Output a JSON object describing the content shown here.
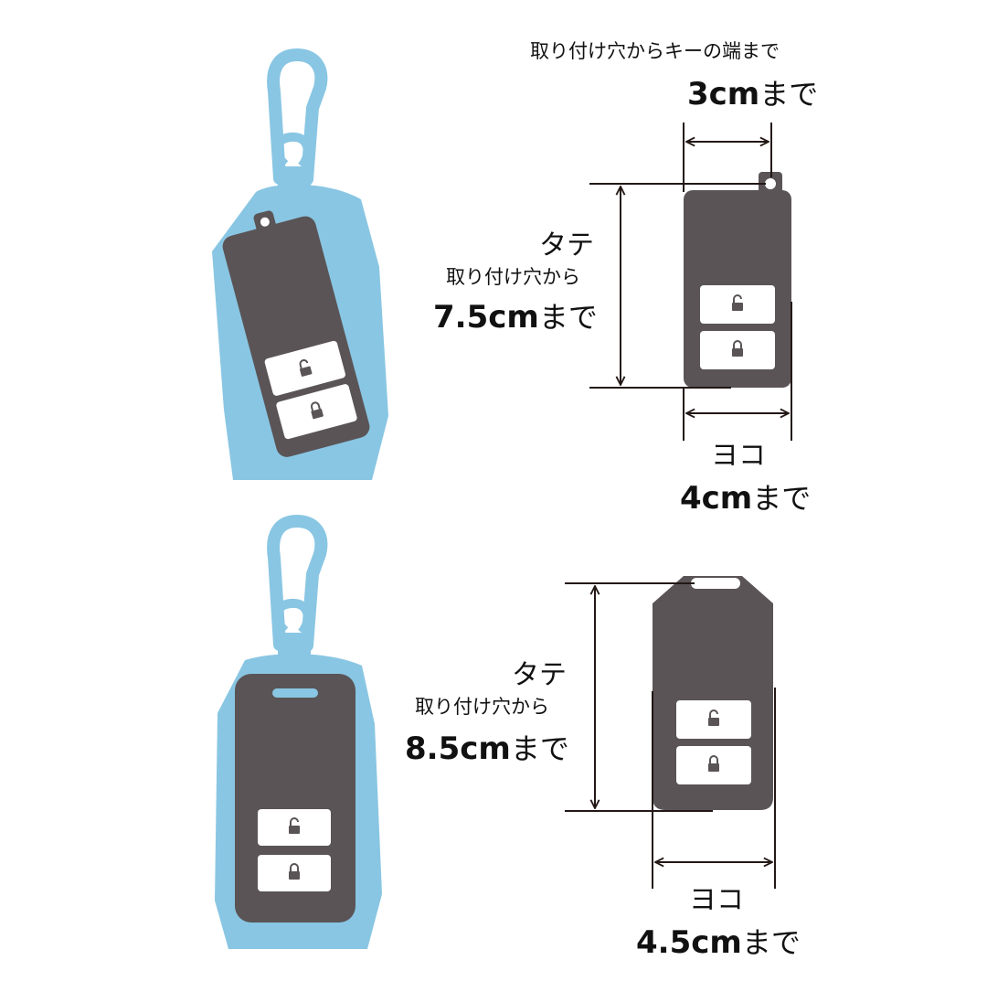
{
  "colors": {
    "pouch": "#89c6e3",
    "key_body": "#5a5456",
    "button": "#ffffff",
    "dimension_line": "#231815",
    "text": "#111111"
  },
  "icons": [
    "unlock-icon",
    "lock-icon"
  ],
  "top": {
    "width_caption": "取り付け穴からキーの端まで",
    "width_value": "3cm",
    "width_unit": "まで",
    "height_caption_1": "タテ",
    "height_caption_2": "取り付け穴から",
    "height_value": "7.5cm",
    "height_unit": "まで",
    "base_caption": "ヨコ",
    "base_value": "4cm",
    "base_unit": "まで"
  },
  "bottom": {
    "height_caption_1": "タテ",
    "height_caption_2": "取り付け穴から",
    "height_value": "8.5cm",
    "height_unit": "まで",
    "base_caption": "ヨコ",
    "base_value": "4.5cm",
    "base_unit": "まで"
  }
}
